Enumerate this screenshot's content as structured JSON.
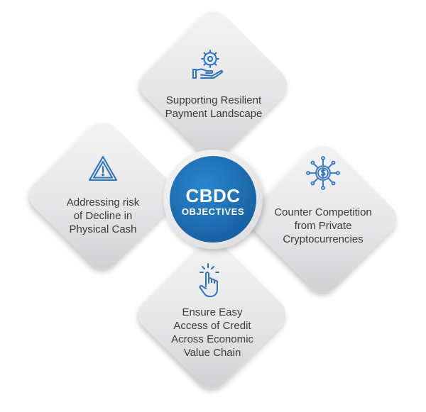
{
  "center": {
    "title": "CBDC",
    "subtitle": "OBJECTIVES"
  },
  "objectives": [
    {
      "position": "top",
      "label": "Supporting Resilient\nPayment Landscape",
      "icon": "gear-hand-icon"
    },
    {
      "position": "left",
      "label": "Addressing risk\nof Decline in\nPhysical Cash",
      "icon": "warning-triangle-icon"
    },
    {
      "position": "right",
      "label": "Counter Competition\nfrom Private\nCryptocurrencies",
      "icon": "crypto-coin-network-icon"
    },
    {
      "position": "bottom",
      "label": "Ensure Easy\nAccess of Credit\nAcross Economic\nValue Chain",
      "icon": "pointing-hand-icon"
    }
  ],
  "colors": {
    "accent_blue": "#1a6fb5",
    "icon_blue": "#2a73c0",
    "tile_light": "#f2f2f2",
    "tile_dark": "#d4d4d6",
    "text": "#3a3a3a"
  }
}
